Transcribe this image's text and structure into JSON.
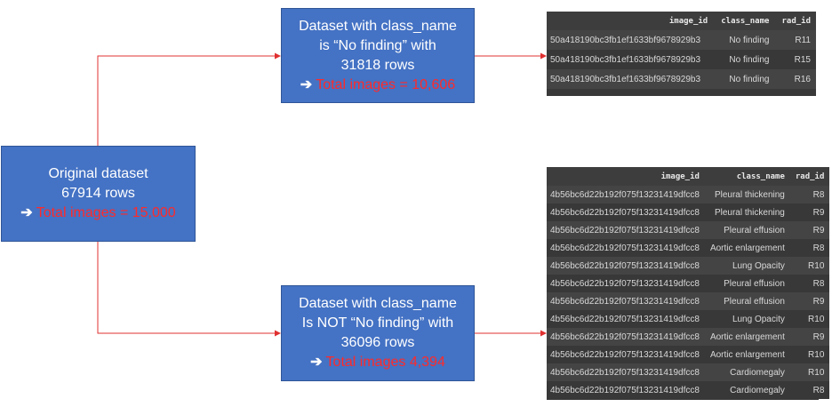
{
  "boxes": {
    "original": {
      "line1": "Original dataset",
      "line2": "67914 rows",
      "highlight": "Total images = 15,000"
    },
    "no_finding": {
      "line1": "Dataset with class_name",
      "line2": "is “No finding” with",
      "line3": "31818 rows",
      "highlight": "Total images = 10,606"
    },
    "not_no_finding": {
      "line1": "Dataset with class_name",
      "line2": "Is NOT “No finding” with",
      "line3": "36096 rows",
      "highlight": "Total images 4,394"
    }
  },
  "arrow_glyph": "➔",
  "table_top": {
    "columns": [
      "",
      "image_id",
      "class_name",
      "rad_id"
    ],
    "rows": [
      [
        "50a418190bc3fb1ef1633bf9678929b3",
        "No finding",
        "R11"
      ],
      [
        "50a418190bc3fb1ef1633bf9678929b3",
        "No finding",
        "R15"
      ],
      [
        "50a418190bc3fb1ef1633bf9678929b3",
        "No finding",
        "R16"
      ]
    ]
  },
  "table_bottom": {
    "columns": [
      "",
      "image_id",
      "class_name",
      "rad_id"
    ],
    "rows": [
      [
        "4b56bc6d22b192f075f13231419dfcc8",
        "Pleural thickening",
        "R8"
      ],
      [
        "4b56bc6d22b192f075f13231419dfcc8",
        "Pleural thickening",
        "R9"
      ],
      [
        "4b56bc6d22b192f075f13231419dfcc8",
        "Pleural effusion",
        "R9"
      ],
      [
        "4b56bc6d22b192f075f13231419dfcc8",
        "Aortic enlargement",
        "R8"
      ],
      [
        "4b56bc6d22b192f075f13231419dfcc8",
        "Lung Opacity",
        "R10"
      ],
      [
        "4b56bc6d22b192f075f13231419dfcc8",
        "Pleural effusion",
        "R8"
      ],
      [
        "4b56bc6d22b192f075f13231419dfcc8",
        "Pleural effusion",
        "R9"
      ],
      [
        "4b56bc6d22b192f075f13231419dfcc8",
        "Lung Opacity",
        "R10"
      ],
      [
        "4b56bc6d22b192f075f13231419dfcc8",
        "Aortic enlargement",
        "R9"
      ],
      [
        "4b56bc6d22b192f075f13231419dfcc8",
        "Aortic enlargement",
        "R10"
      ],
      [
        "4b56bc6d22b192f075f13231419dfcc8",
        "Cardiomegaly",
        "R10"
      ],
      [
        "4b56bc6d22b192f075f13231419dfcc8",
        "Cardiomegaly",
        "R8"
      ]
    ]
  },
  "colors": {
    "box_fill": "#4472c4",
    "highlight": "#ff2a2a",
    "connector": "#e03030",
    "table_bg": "#393939"
  }
}
